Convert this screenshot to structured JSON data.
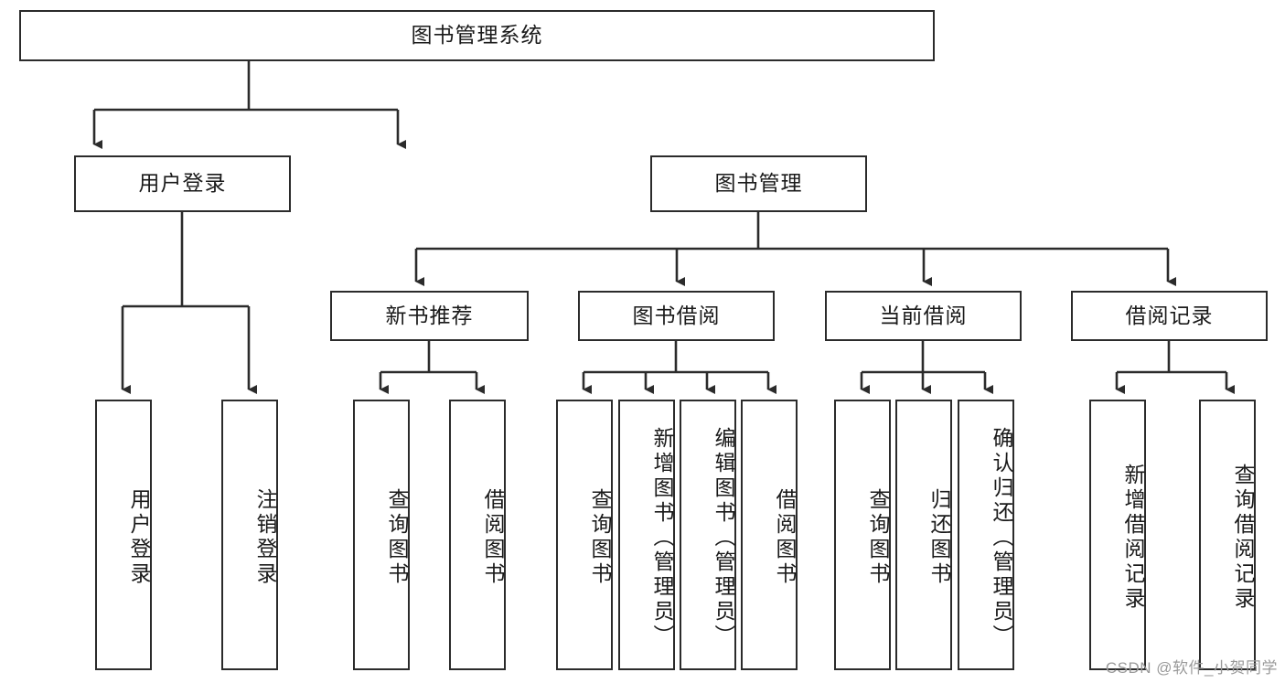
{
  "diagram": {
    "title": "图书管理系统",
    "type": "tree-hierarchy",
    "root": {
      "label": "图书管理系统"
    },
    "level2": [
      {
        "label": "用户登录"
      },
      {
        "label": "图书管理"
      }
    ],
    "level3": [
      {
        "label": "新书推荐"
      },
      {
        "label": "图书借阅"
      },
      {
        "label": "当前借阅"
      },
      {
        "label": "借阅记录"
      }
    ],
    "leaves": [
      {
        "label": "用户登录",
        "parent": "用户登录"
      },
      {
        "label": "注销登录",
        "parent": "用户登录"
      },
      {
        "label": "查询图书",
        "parent": "新书推荐"
      },
      {
        "label": "借阅图书",
        "parent": "新书推荐"
      },
      {
        "label": "查询图书",
        "parent": "图书借阅"
      },
      {
        "label": "新增图书（管理员）",
        "parent": "图书借阅"
      },
      {
        "label": "编辑图书（管理员）",
        "parent": "图书借阅"
      },
      {
        "label": "借阅图书",
        "parent": "图书借阅"
      },
      {
        "label": "查询图书",
        "parent": "当前借阅"
      },
      {
        "label": "归还图书",
        "parent": "当前借阅"
      },
      {
        "label": "确认归还（管理员）",
        "parent": "当前借阅"
      },
      {
        "label": "新增借阅记录",
        "parent": "借阅记录"
      },
      {
        "label": "查询借阅记录",
        "parent": "借阅记录"
      }
    ]
  },
  "watermark": {
    "text": "CSDN @软件_小贺同学"
  },
  "colors": {
    "stroke": "#2b2b2b",
    "text": "#1a1a1a",
    "background": "#ffffff",
    "watermark": "#9a9a9a"
  }
}
